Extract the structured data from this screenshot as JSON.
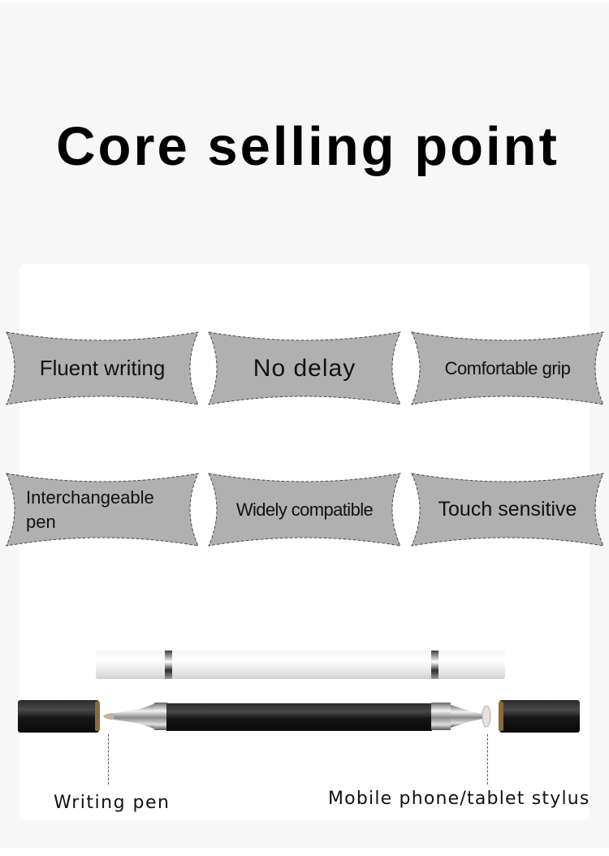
{
  "page": {
    "title": "Core selling point",
    "background_color": "#f7f7f7",
    "panel_color": "#ffffff"
  },
  "features": {
    "badge_fill": "#b0b0b0",
    "badge_border": "#4a4a4a",
    "items": [
      {
        "label": "Fluent writing",
        "row": 1,
        "col": 1
      },
      {
        "label": "No delay",
        "row": 1,
        "col": 2
      },
      {
        "label": "Comfortable grip",
        "row": 1,
        "col": 3
      },
      {
        "label": "Interchangeable pen",
        "row": 2,
        "col": 1
      },
      {
        "label": "Widely compatible",
        "row": 2,
        "col": 2
      },
      {
        "label": "Touch sensitive",
        "row": 2,
        "col": 3
      }
    ]
  },
  "product": {
    "image_description": "Dual-tip stylus pen: white pen with silver rings above, black pen with ballpoint tip and disc stylus tip plus two black caps below",
    "callouts": [
      {
        "label": "Writing pen",
        "icon": "ballpoint-tip-icon"
      },
      {
        "label": "Mobile phone/tablet stylus",
        "icon": "disc-stylus-tip-icon"
      }
    ]
  }
}
